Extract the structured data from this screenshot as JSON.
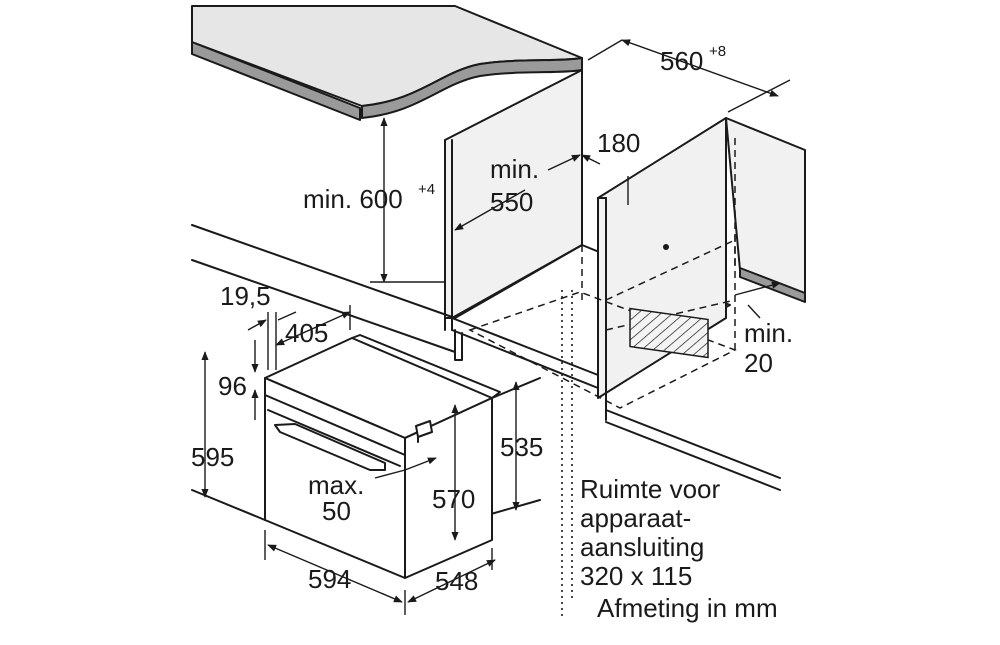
{
  "labels": {
    "width_top": "560",
    "width_top_tol": "+8",
    "height_niche": "min. 600",
    "height_niche_tol": "+4",
    "depth_min_a": "min.",
    "depth_min_b": "550",
    "gap_180": "180",
    "side_min_a": "min.",
    "side_min_b": "20",
    "dim_19_5": "19,5",
    "dim_405": "405",
    "dim_96": "96",
    "dim_595": "595",
    "dim_535": "535",
    "dim_570": "570",
    "max_a": "max.",
    "max_b": "50",
    "dim_594": "594",
    "dim_548": "548"
  },
  "note": {
    "line1": "Ruimte voor",
    "line2": "apparaat-",
    "line3": "aansluiting",
    "line4": "320 x 115"
  },
  "units_caption": "Afmeting in mm",
  "icons": {
    "arrow": "arrow-head-icon",
    "hatch": "connection-area-hatch"
  }
}
